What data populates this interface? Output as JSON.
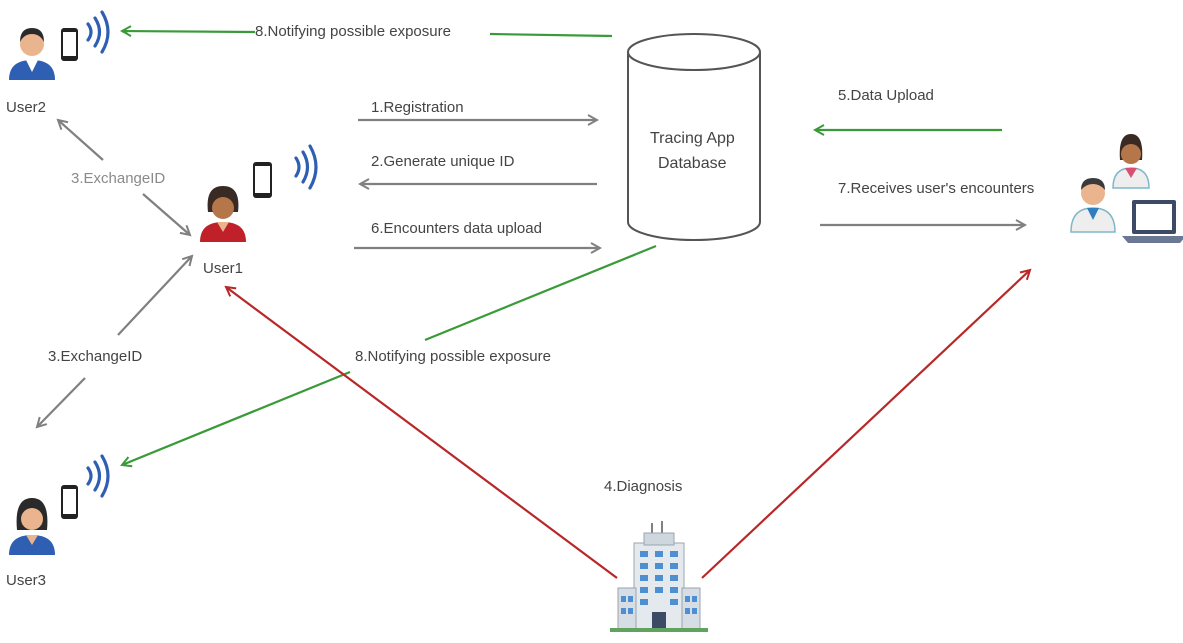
{
  "database": {
    "line1": "Tracing App",
    "line2": "Database"
  },
  "users": {
    "user1": "User1",
    "user2": "User2",
    "user3": "User3"
  },
  "steps": {
    "registration": "1.Registration",
    "generate_id": "2.Generate unique ID",
    "exchange_id_top": "3.ExchangeID",
    "exchange_id_bottom": "3.ExchangeID",
    "diagnosis": "4.Diagnosis",
    "data_upload": "5.Data Upload",
    "encounters_upload": "6.Encounters data upload",
    "receives_encounters": "7.Receives user's encounters",
    "notify_top": "8.Notifying possible exposure",
    "notify_mid": "8.Notifying possible exposure"
  },
  "colors": {
    "gray_arrow": "#808080",
    "green_arrow": "#3a9a3a",
    "red_arrow": "#b82828",
    "wifi": "#2f5fb3"
  }
}
